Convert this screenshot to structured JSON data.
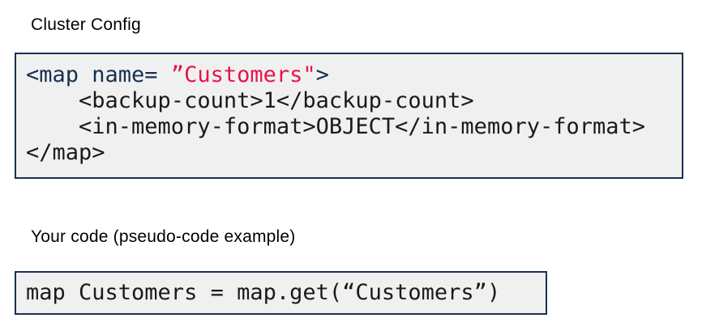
{
  "headings": {
    "cluster_config": "Cluster Config",
    "your_code": "Your code (pseudo-code example)"
  },
  "cluster_config_code": {
    "language": "xml",
    "line1": {
      "tag_open": "<map name= ",
      "string_value": "”Customers\"",
      "tag_close": ">"
    },
    "line2": "    <backup-count>1</backup-count>",
    "line3": "    <in-memory-format>OBJECT</in-memory-format>",
    "line4": "</map>"
  },
  "pseudo_code": {
    "line": "map Customers = map.get(“Customers”)"
  },
  "colors": {
    "xml_tag_navy": "#16304e",
    "string_red": "#e8134b",
    "code_text": "#1a1a1a",
    "box_border": "#1b3052",
    "box_background": "#f0f0f0",
    "page_background": "#ffffff"
  }
}
